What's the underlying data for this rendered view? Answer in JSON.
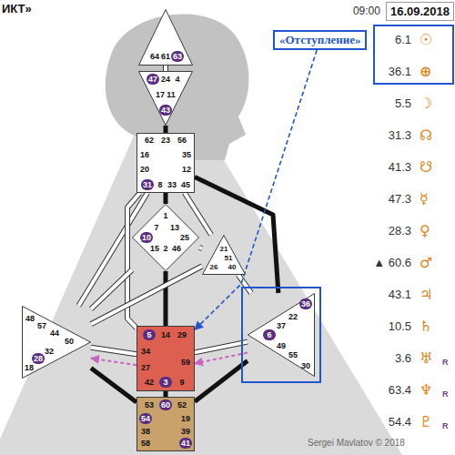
{
  "diagram": {
    "title": "ИКТ»",
    "nodes": [
      {
        "text": [
          "16.09.2018"
        ]
      },
      {
        "text": [
          "64",
          "61",
          "63"
        ]
      },
      {
        "text": [
          "47",
          "24",
          "4",
          "17",
          "11",
          "43"
        ]
      },
      {
        "text": [
          "«Отступление»"
        ]
      },
      {
        "text": [
          "62",
          "23",
          "56",
          "16",
          "35",
          "20",
          "12",
          "31",
          "8",
          "33",
          "45"
        ]
      },
      {
        "text": [
          "1",
          "7",
          "13",
          "10",
          "25",
          "15",
          "2",
          "46"
        ]
      },
      {
        "text": [
          "21",
          "51",
          "26",
          "40"
        ]
      },
      {
        "text": [
          "48",
          "57",
          "44",
          "50",
          "32",
          "28",
          "18"
        ]
      },
      {
        "text": [
          "36",
          "22",
          "37",
          "6",
          "49",
          "55",
          "30"
        ]
      },
      {
        "text": [
          "5",
          "14",
          "29",
          "34",
          "27",
          "59",
          "42",
          "3",
          "9"
        ]
      },
      {
        "text": [
          "53",
          "60",
          "52",
          "54",
          "19",
          "38",
          "39",
          "58",
          "41"
        ]
      }
    ],
    "edges": [
      {
        "from": 1,
        "to": 2,
        "arrow": "none"
      },
      {
        "from": 2,
        "to": 4,
        "arrow": "none"
      },
      {
        "from": 4,
        "to": 5,
        "arrow": "none"
      },
      {
        "from": 4,
        "to": 6,
        "arrow": "none"
      },
      {
        "from": 4,
        "to": 7,
        "arrow": "none"
      },
      {
        "from": 4,
        "to": 8,
        "arrow": "none"
      },
      {
        "from": 4,
        "to": 9,
        "arrow": "none"
      },
      {
        "from": 5,
        "to": 6,
        "arrow": "none"
      },
      {
        "from": 5,
        "to": 7,
        "arrow": "none"
      },
      {
        "from": 5,
        "to": 9,
        "arrow": "none"
      },
      {
        "from": 6,
        "to": 7,
        "arrow": "none"
      },
      {
        "from": 6,
        "to": 8,
        "arrow": "none"
      },
      {
        "from": 7,
        "to": 9,
        "arrow": "none"
      },
      {
        "from": 8,
        "to": 9,
        "arrow": "none"
      },
      {
        "from": 9,
        "to": 10,
        "arrow": "none"
      },
      {
        "from": 7,
        "to": 10,
        "arrow": "none"
      },
      {
        "from": 8,
        "to": 10,
        "arrow": "none"
      },
      {
        "from": 3,
        "to": 9,
        "arrow": "to"
      },
      {
        "from": 8,
        "to": 9,
        "arrow": "to"
      },
      {
        "from": 9,
        "to": 7,
        "arrow": "to"
      }
    ],
    "labels": [
      "09:00",
      "6.1",
      "☉",
      "36.1",
      "⊕",
      "5.5",
      "☽",
      "31.3",
      "☊",
      "41.3",
      "☋",
      "47.3",
      "☿",
      "28.3",
      "♀",
      "▲ 60.6",
      "♂",
      "43.1",
      "♃",
      "10.5",
      "♄",
      "3.6",
      "♅",
      "R",
      "63.4",
      "♆",
      "R",
      "54.4",
      "♇",
      "R",
      "Sergei Mavlatov © 2018"
    ]
  }
}
